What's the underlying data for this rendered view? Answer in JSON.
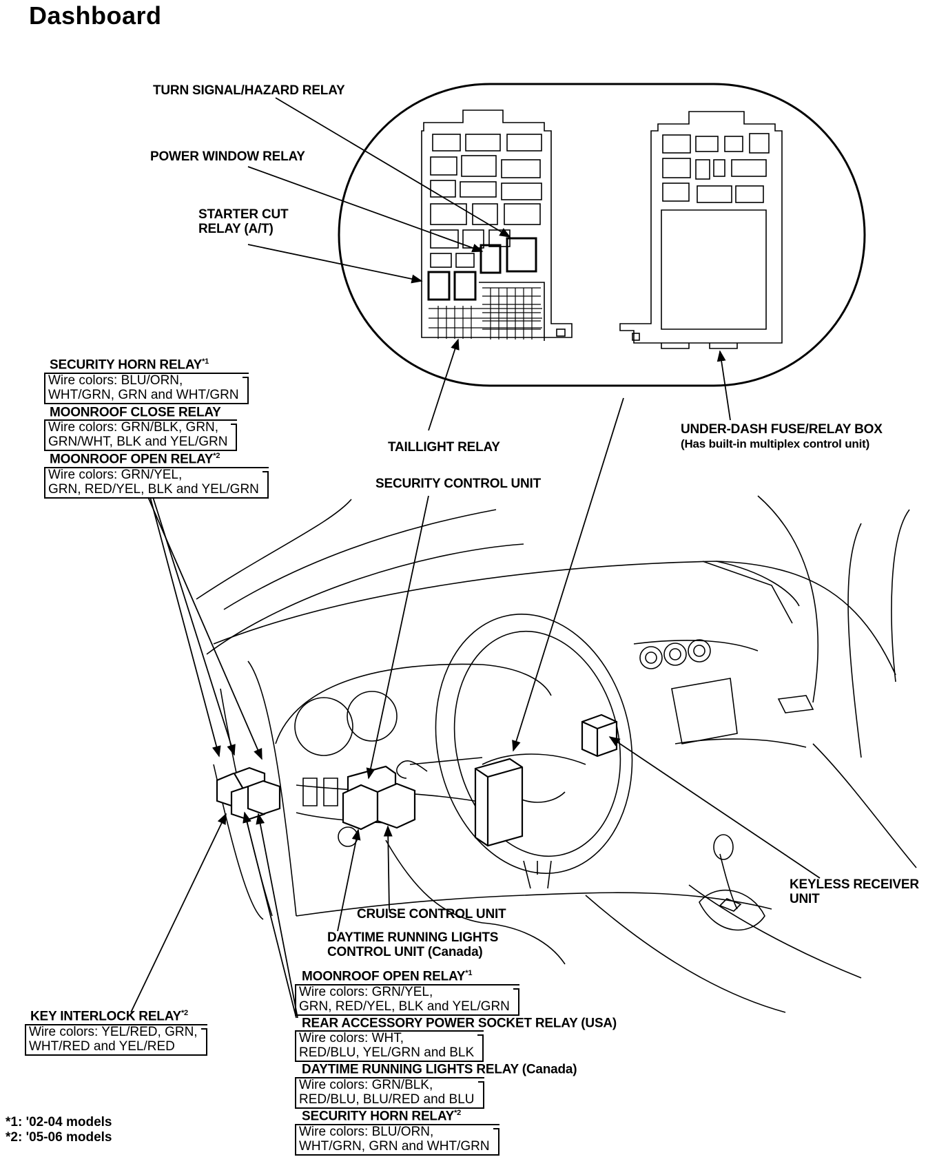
{
  "title": "Dashboard",
  "labels": {
    "turn_signal": "TURN SIGNAL/HAZARD RELAY",
    "power_window": "POWER WINDOW RELAY",
    "starter_cut_1": "STARTER CUT",
    "starter_cut_2": "RELAY (A/T)",
    "taillight": "TAILLIGHT RELAY",
    "security_control": "SECURITY CONTROL UNIT",
    "under_dash_1": "UNDER-DASH FUSE/RELAY BOX",
    "under_dash_2": "(Has built-in multiplex control unit)",
    "keyless_1": "KEYLESS RECEIVER",
    "keyless_2": "UNIT",
    "cruise": "CRUISE CONTROL UNIT",
    "drl_unit_1": "DAYTIME RUNNING LIGHTS",
    "drl_unit_2": "CONTROL UNIT (Canada)"
  },
  "left_group": [
    {
      "name": "SECURITY HORN RELAY",
      "mark": "*1",
      "wires": [
        "Wire colors: BLU/ORN,",
        "WHT/GRN, GRN and WHT/GRN"
      ]
    },
    {
      "name": "MOONROOF CLOSE RELAY",
      "mark": "",
      "wires": [
        "Wire colors: GRN/BLK, GRN,",
        "GRN/WHT, BLK and YEL/GRN"
      ]
    },
    {
      "name": "MOONROOF OPEN RELAY",
      "mark": "*2",
      "wires": [
        "Wire colors: GRN/YEL,",
        "GRN, RED/YEL, BLK and YEL/GRN"
      ]
    }
  ],
  "key_interlock": {
    "name": "KEY INTERLOCK RELAY",
    "mark": "*2",
    "wires": [
      "Wire colors: YEL/RED, GRN,",
      "WHT/RED and YEL/RED"
    ]
  },
  "bottom_group": [
    {
      "name": "MOONROOF OPEN RELAY",
      "mark": "*1",
      "wires": [
        "Wire colors: GRN/YEL,",
        "GRN, RED/YEL, BLK and YEL/GRN"
      ]
    },
    {
      "name": "REAR ACCESSORY POWER SOCKET RELAY (USA)",
      "mark": "",
      "wires": [
        "Wire colors: WHT,",
        "RED/BLU, YEL/GRN and BLK"
      ]
    },
    {
      "name": "DAYTIME RUNNING LIGHTS RELAY (Canada)",
      "mark": "",
      "wires": [
        "Wire colors: GRN/BLK,",
        "RED/BLU, BLU/RED and BLU"
      ]
    },
    {
      "name": "SECURITY HORN RELAY",
      "mark": "*2",
      "wires": [
        "Wire colors: BLU/ORN,",
        "WHT/GRN, GRN and WHT/GRN"
      ]
    }
  ],
  "footnotes": [
    "*1: '02-04 models",
    "*2: '05-06 models"
  ]
}
